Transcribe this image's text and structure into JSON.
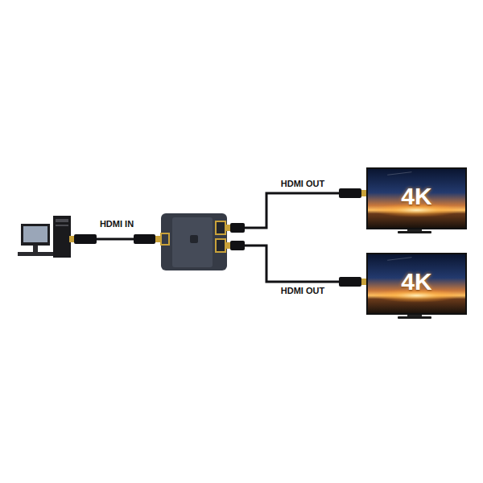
{
  "diagram": {
    "nodes": [
      {
        "text": [
          "4K"
        ]
      },
      {
        "text": [
          "4K"
        ]
      }
    ],
    "labels": [
      "HDMI IN",
      "HDMI OUT",
      "HDMI OUT"
    ]
  }
}
